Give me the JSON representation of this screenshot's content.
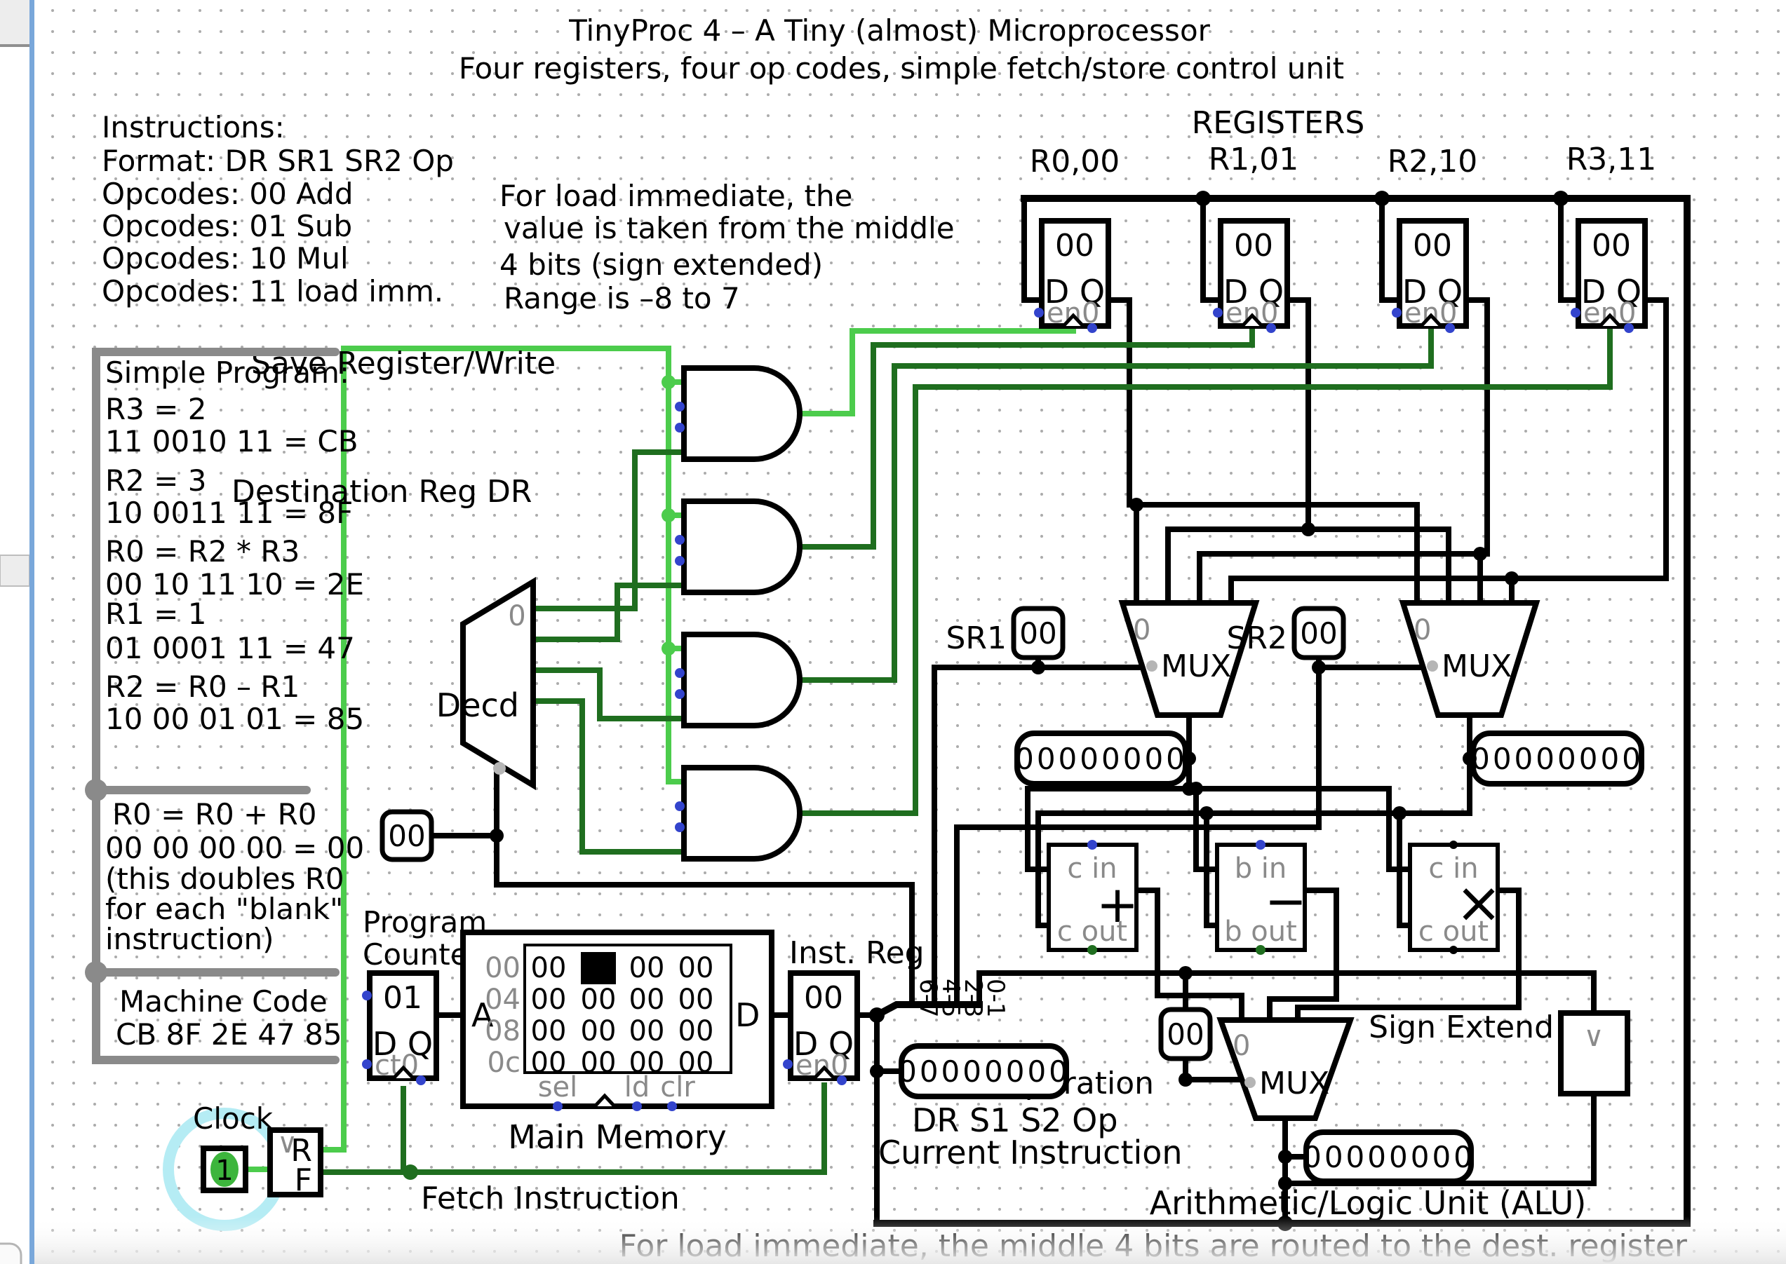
{
  "title": {
    "line1": "TinyProc 4 – A Tiny (almost) Microprocessor",
    "line2": "Four registers, four op codes, simple fetch/store control unit"
  },
  "instructions": {
    "heading": "Instructions:",
    "lines": [
      "Format: DR SR1 SR2 Op",
      "Opcodes: 00 Add",
      "Opcodes: 01 Sub",
      "Opcodes: 10 Mul",
      "Opcodes: 11 load imm."
    ]
  },
  "imm_note": {
    "lines": [
      "For load immediate, the",
      "value is taken from the middle",
      "4 bits (sign extended)",
      "Range is –8 to 7"
    ]
  },
  "program": {
    "heading": "Simple Program:",
    "lines": [
      "R3 = 2",
      "11 0010 11 = CB",
      "R2 = 3",
      "10 0011 11 = 8F",
      "R0 = R2 * R3",
      "00 10 11 10 = 2E",
      "R1 = 1",
      "01 0001 11 = 47",
      "R2 = R0 – R1",
      "10 00 01 01 = 85"
    ],
    "block2": [
      "R0 = R0 + R0",
      "00 00 00 00 = 00",
      "(this doubles R0",
      " for each \"blank\"",
      " instruction)"
    ],
    "machine_code": {
      "heading": "Machine Code",
      "value": "CB 8F 2E 47 85"
    }
  },
  "registers": {
    "heading": "REGISTERS",
    "names": [
      "R0,00",
      "R1,01",
      "R2,10",
      "R3,11"
    ],
    "values": [
      "00",
      "00",
      "00",
      "00"
    ],
    "pins": "D Q",
    "enable": "en0"
  },
  "control": {
    "save_write_label": "Save Register/Write",
    "dest_reg_label": "Destination Reg DR",
    "decoder_label": "Decd",
    "decoder_out0": "0",
    "decoder_select_value": "00",
    "clock_label": "Clock",
    "clock_value": "1",
    "edge_r": "R",
    "edge_f": "F",
    "fetch_label": "Fetch Instruction"
  },
  "source_select": {
    "sr1_label": "SR1",
    "sr1_value": "00",
    "sr2_label": "SR2",
    "sr2_value": "00",
    "mux_label": "MUX",
    "mux_sel0": "0",
    "sr1_bus_value": "00000000",
    "sr2_bus_value": "00000000"
  },
  "alu": {
    "adder": {
      "cin": "c in",
      "cout": "c out",
      "op": "+"
    },
    "subtractor": {
      "bin": "b in",
      "bout": "b out",
      "op": "−"
    },
    "multiplier": {
      "cin": "c in",
      "cout": "c out",
      "op": "×"
    },
    "mux_label": "MUX",
    "mux_sel0": "0",
    "operation_label": "Operation",
    "operation_value": "00",
    "sign_extend_label": "Sign Extend",
    "sign_extend_glyph": "∨",
    "result_value": "00000000",
    "unit_label": "Arithmetic/Logic Unit (ALU)"
  },
  "memory": {
    "pc_label1": "Program",
    "pc_label2": "Counter",
    "pc_value": "01",
    "pc_pins": "D Q",
    "pc_ct": "ct0",
    "addr_pin": "A",
    "data_pin": "D",
    "addresses": [
      "00",
      "04",
      "08",
      "0c"
    ],
    "rows": [
      [
        "00",
        "ff",
        "00",
        "00"
      ],
      [
        "00",
        "00",
        "00",
        "00"
      ],
      [
        "00",
        "00",
        "00",
        "00"
      ],
      [
        "00",
        "00",
        "00",
        "00"
      ]
    ],
    "sel": "sel",
    "ld": "ld",
    "clr": "clr",
    "title": "Main Memory"
  },
  "ir": {
    "label": "Inst. Reg",
    "value": "00",
    "pins": "D Q",
    "enable": "en0"
  },
  "splitter": {
    "bit_labels": [
      "6-7",
      "4-5",
      "2-3",
      "0-1"
    ]
  },
  "current_instruction": {
    "value": "00000000",
    "fields_label": "DR S1 S2 Op",
    "label": "Current Instruction"
  },
  "footer": "For load immediate, the middle 4 bits are routed to the dest. register",
  "colors": {
    "wire_on": "#4ccc4c",
    "wire_off": "#1f6e1f",
    "wire_black": "#000000",
    "pin_floating": "#3344cc",
    "label_gray": "#8a8a8a",
    "clock_halo": "#b5ecf4",
    "panel_blue": "#79a7da"
  }
}
